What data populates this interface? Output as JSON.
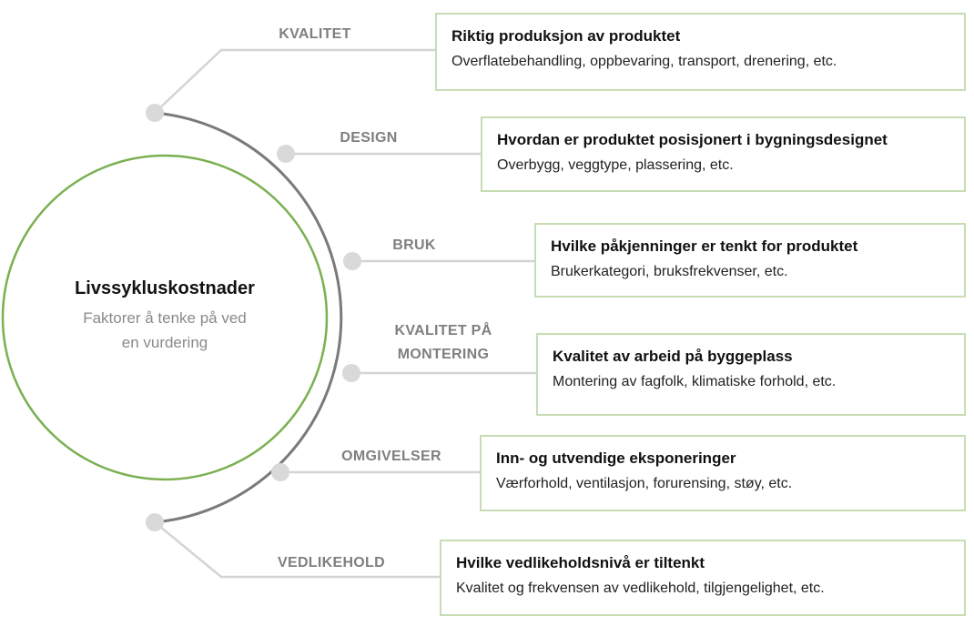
{
  "center": {
    "title": "Livssykluskostnader",
    "subtitle_line1": "Faktorer å tenke på ved",
    "subtitle_line2": "en vurdering"
  },
  "factors": [
    {
      "label": "KVALITET",
      "title": "Riktig produksjon av produktet",
      "description": "Overflatebehandling, oppbevaring, transport, drenering, etc."
    },
    {
      "label": "DESIGN",
      "title": "Hvordan er produktet posisjonert i bygningsdesignet",
      "description": "Overbygg, veggtype, plassering, etc."
    },
    {
      "label": "BRUK",
      "title": "Hvilke påkjenninger er tenkt for produktet",
      "description": "Brukerkategori, bruksfrekvenser, etc."
    },
    {
      "label_line1": "KVALITET PÅ",
      "label_line2": "MONTERING",
      "title": "Kvalitet av arbeid på byggeplass",
      "description": "Montering av fagfolk, klimatiske forhold, etc."
    },
    {
      "label": "OMGIVELSER",
      "title": "Inn- og utvendige eksponeringer",
      "description": "Værforhold, ventilasjon, forurensing, støy, etc."
    },
    {
      "label": "VEDLIKEHOLD",
      "title": "Hvilke vedlikeholdsnivå er tiltenkt",
      "description": "Kvalitet og frekvensen av vedlikehold, tilgjengelighet, etc."
    }
  ],
  "colors": {
    "circle_stroke": "#7ab051",
    "box_border": "#c7dcb3",
    "arc": "#7a7a7a",
    "connector": "#d4d4d4",
    "node": "#d9d9d9",
    "label_text": "#7f7f7f"
  }
}
